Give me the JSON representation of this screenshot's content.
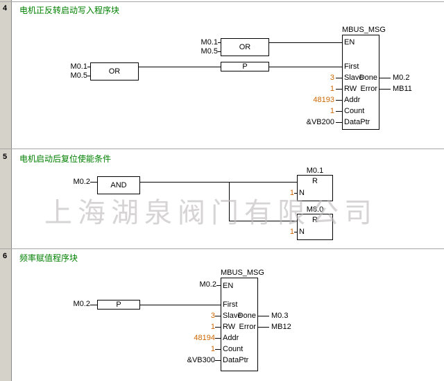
{
  "watermark": "上海湖泉阀门有限公司",
  "net4": {
    "number": "4",
    "title": "电机正反转启动写入程序块",
    "or_top": {
      "label": "OR",
      "in1": "M0.1",
      "in2": "M0.5"
    },
    "or_left": {
      "label": "OR",
      "in1": "M0.1",
      "in2": "M0.5"
    },
    "p_block": {
      "label": "P"
    },
    "msg": {
      "name": "MBUS_MSG",
      "pin_en": "EN",
      "pin_first": "First",
      "pin_slave": "Slave",
      "pin_rw": "RW",
      "pin_addr": "Addr",
      "pin_count": "Count",
      "pin_dataptr": "DataPtr",
      "pin_done": "Done",
      "pin_error": "Error",
      "val_slave": "3",
      "val_rw": "1",
      "val_addr": "48193",
      "val_count": "1",
      "val_dataptr": "&VB200",
      "out_done": "M0.2",
      "out_error": "MB11"
    }
  },
  "net5": {
    "number": "5",
    "title": "电机启动后复位使能条件",
    "and_block": {
      "label": "AND",
      "in1": "M0.2"
    },
    "r1": {
      "operand": "M0.1",
      "label": "R",
      "pin_n": "N",
      "val_n": "1"
    },
    "r2": {
      "operand": "M8.0",
      "label": "R",
      "pin_n": "N",
      "val_n": "1"
    }
  },
  "net6": {
    "number": "6",
    "title": "频率赋值程序块",
    "en_operand": "M0.2",
    "p_block": {
      "label": "P",
      "in1": "M0.2"
    },
    "msg": {
      "name": "MBUS_MSG",
      "pin_en": "EN",
      "pin_first": "First",
      "pin_slave": "Slave",
      "pin_rw": "RW",
      "pin_addr": "Addr",
      "pin_count": "Count",
      "pin_dataptr": "DataPtr",
      "pin_done": "Done",
      "pin_error": "Error",
      "val_slave": "3",
      "val_rw": "1",
      "val_addr": "48194",
      "val_count": "1",
      "val_dataptr": "&VB300",
      "out_done": "M0.3",
      "out_error": "MB12"
    }
  }
}
